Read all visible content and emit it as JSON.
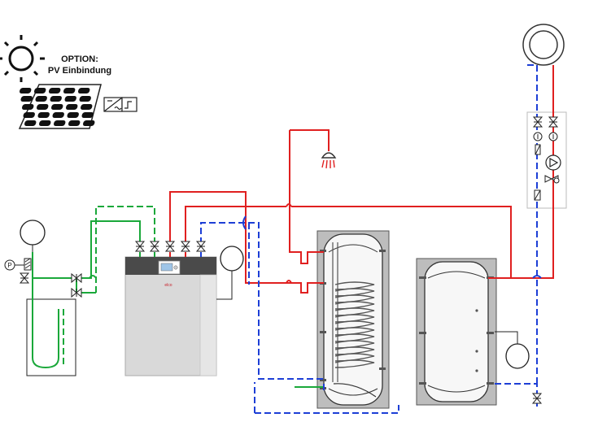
{
  "option_label": {
    "line1": "OPTION:",
    "line2": "PV Einbindung"
  },
  "heat_pump": {
    "brand": "elco"
  },
  "colors": {
    "flow_red": "#e02020",
    "return_blue": "#1d3fd6",
    "brine_green": "#1aa83a",
    "cabinet_grey": "#d9d9d9",
    "panel_dark": "#4a4a4a",
    "solar_black": "#111111"
  },
  "icons": [
    "sun-icon",
    "solar-panel-icon",
    "inverter-icon",
    "valve-icon",
    "pressure-gauge-icon",
    "pump-icon",
    "shower-icon",
    "radiator-icon",
    "thermometer-icon"
  ]
}
